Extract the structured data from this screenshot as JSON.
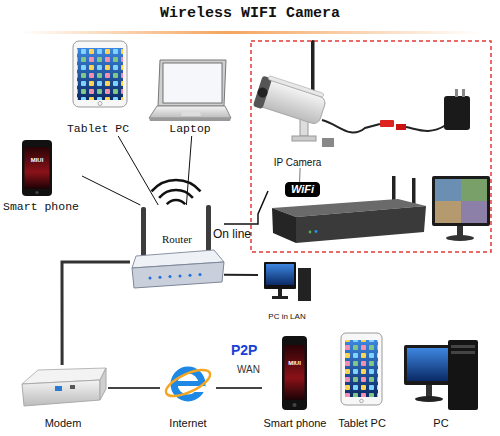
{
  "diagram": {
    "title": "Wireless WIFI Camera",
    "nodes": [
      {
        "text": [
          "Tablet PC"
        ]
      },
      {
        "text": [
          "Laptop"
        ]
      },
      {
        "text": [
          "IP Camera"
        ]
      },
      {
        "text": [
          "Smart phone"
        ]
      },
      {
        "text": [
          "Router"
        ]
      },
      {
        "text": [
          "WiFi"
        ]
      },
      {
        "text": [
          "PC in LAN"
        ]
      },
      {
        "text": [
          "Modem"
        ]
      },
      {
        "text": [
          "Internet"
        ]
      },
      {
        "text": [
          "Smart phone"
        ]
      },
      {
        "text": [
          "Tablet PC"
        ]
      },
      {
        "text": [
          "PC"
        ]
      }
    ],
    "edges": [
      {
        "from": 0,
        "to": 4,
        "arrow": "none"
      },
      {
        "from": 1,
        "to": 4,
        "arrow": "none"
      },
      {
        "from": 3,
        "to": 4,
        "arrow": "none"
      },
      {
        "from": 4,
        "to": 5,
        "label": "On line",
        "arrow": "none"
      },
      {
        "from": 2,
        "to": 5,
        "arrow": "none"
      },
      {
        "from": 4,
        "to": 6,
        "arrow": "none"
      },
      {
        "from": 4,
        "to": 7,
        "arrow": "none"
      },
      {
        "from": 7,
        "to": 8,
        "arrow": "none"
      },
      {
        "from": 8,
        "to": 9,
        "arrow": "none"
      }
    ],
    "labels": [
      "MIUI",
      "P2P",
      "WAN",
      "MIUI"
    ]
  }
}
